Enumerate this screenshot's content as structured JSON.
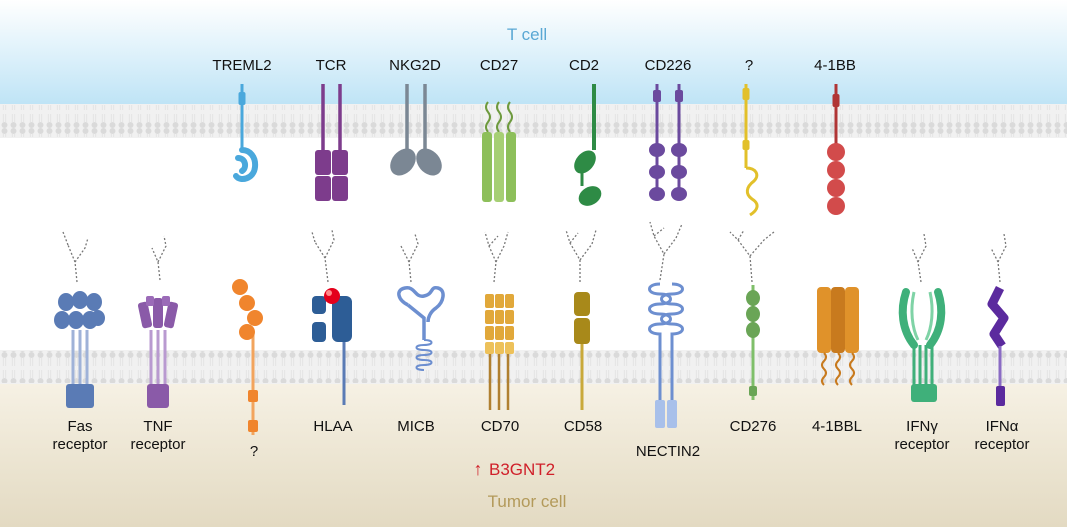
{
  "t_cell": {
    "title": "T cell",
    "receptors": [
      {
        "label": "TREML2",
        "color": "#4aa8dc"
      },
      {
        "label": "TCR",
        "color": "#7d3c8c"
      },
      {
        "label": "NKG2D",
        "color": "#7b8794"
      },
      {
        "label": "CD27",
        "color": "#8dbf5a"
      },
      {
        "label": "CD2",
        "color": "#2e8b45"
      },
      {
        "label": "CD226",
        "color": "#6b4a9e"
      },
      {
        "label": "?",
        "color": "#e2c02a"
      },
      {
        "label": "4-1BB",
        "color": "#d24b4b"
      }
    ]
  },
  "tumor_cell": {
    "title": "Tumor cell",
    "ligands": [
      {
        "label_line1": "Fas",
        "label_line2": "receptor",
        "color": "#5a7bb5"
      },
      {
        "label_line1": "TNF",
        "label_line2": "receptor",
        "color": "#8a5aa8"
      },
      {
        "label_line1": "?",
        "label_line2": "",
        "color": "#f0852d"
      },
      {
        "label_line1": "HLAA",
        "label_line2": "",
        "color": "#2d5d96"
      },
      {
        "label_line1": "MICB",
        "label_line2": "",
        "color": "#6d8fd0"
      },
      {
        "label_line1": "CD70",
        "label_line2": "",
        "color": "#e1a83a"
      },
      {
        "label_line1": "CD58",
        "label_line2": "",
        "color": "#a8891a"
      },
      {
        "label_line1": "NECTIN2",
        "label_line2": "",
        "color": "#6d8fd0"
      },
      {
        "label_line1": "CD276",
        "label_line2": "",
        "color": "#7fbf6a"
      },
      {
        "label_line1": "4-1BBL",
        "label_line2": "",
        "color": "#e0922a"
      },
      {
        "label_line1": "IFNγ",
        "label_line2": "receptor",
        "color": "#3fb07a"
      },
      {
        "label_line1": "IFNα",
        "label_line2": "receptor",
        "color": "#5b2a9e"
      }
    ]
  },
  "highlight": {
    "arrow_symbol": "↑",
    "label": "B3GNT2",
    "color": "#d0202a"
  },
  "colors": {
    "t_cell_title": "#5aa8d4",
    "tumor_cell_title": "#b39a5a",
    "t_cell_bg_top": "#ffffff",
    "t_cell_bg_bottom": "#bfe4f6",
    "tumor_bg_top": "#f6f1e4",
    "tumor_bg_bottom": "#e3dac2",
    "membrane": "#ececec"
  }
}
